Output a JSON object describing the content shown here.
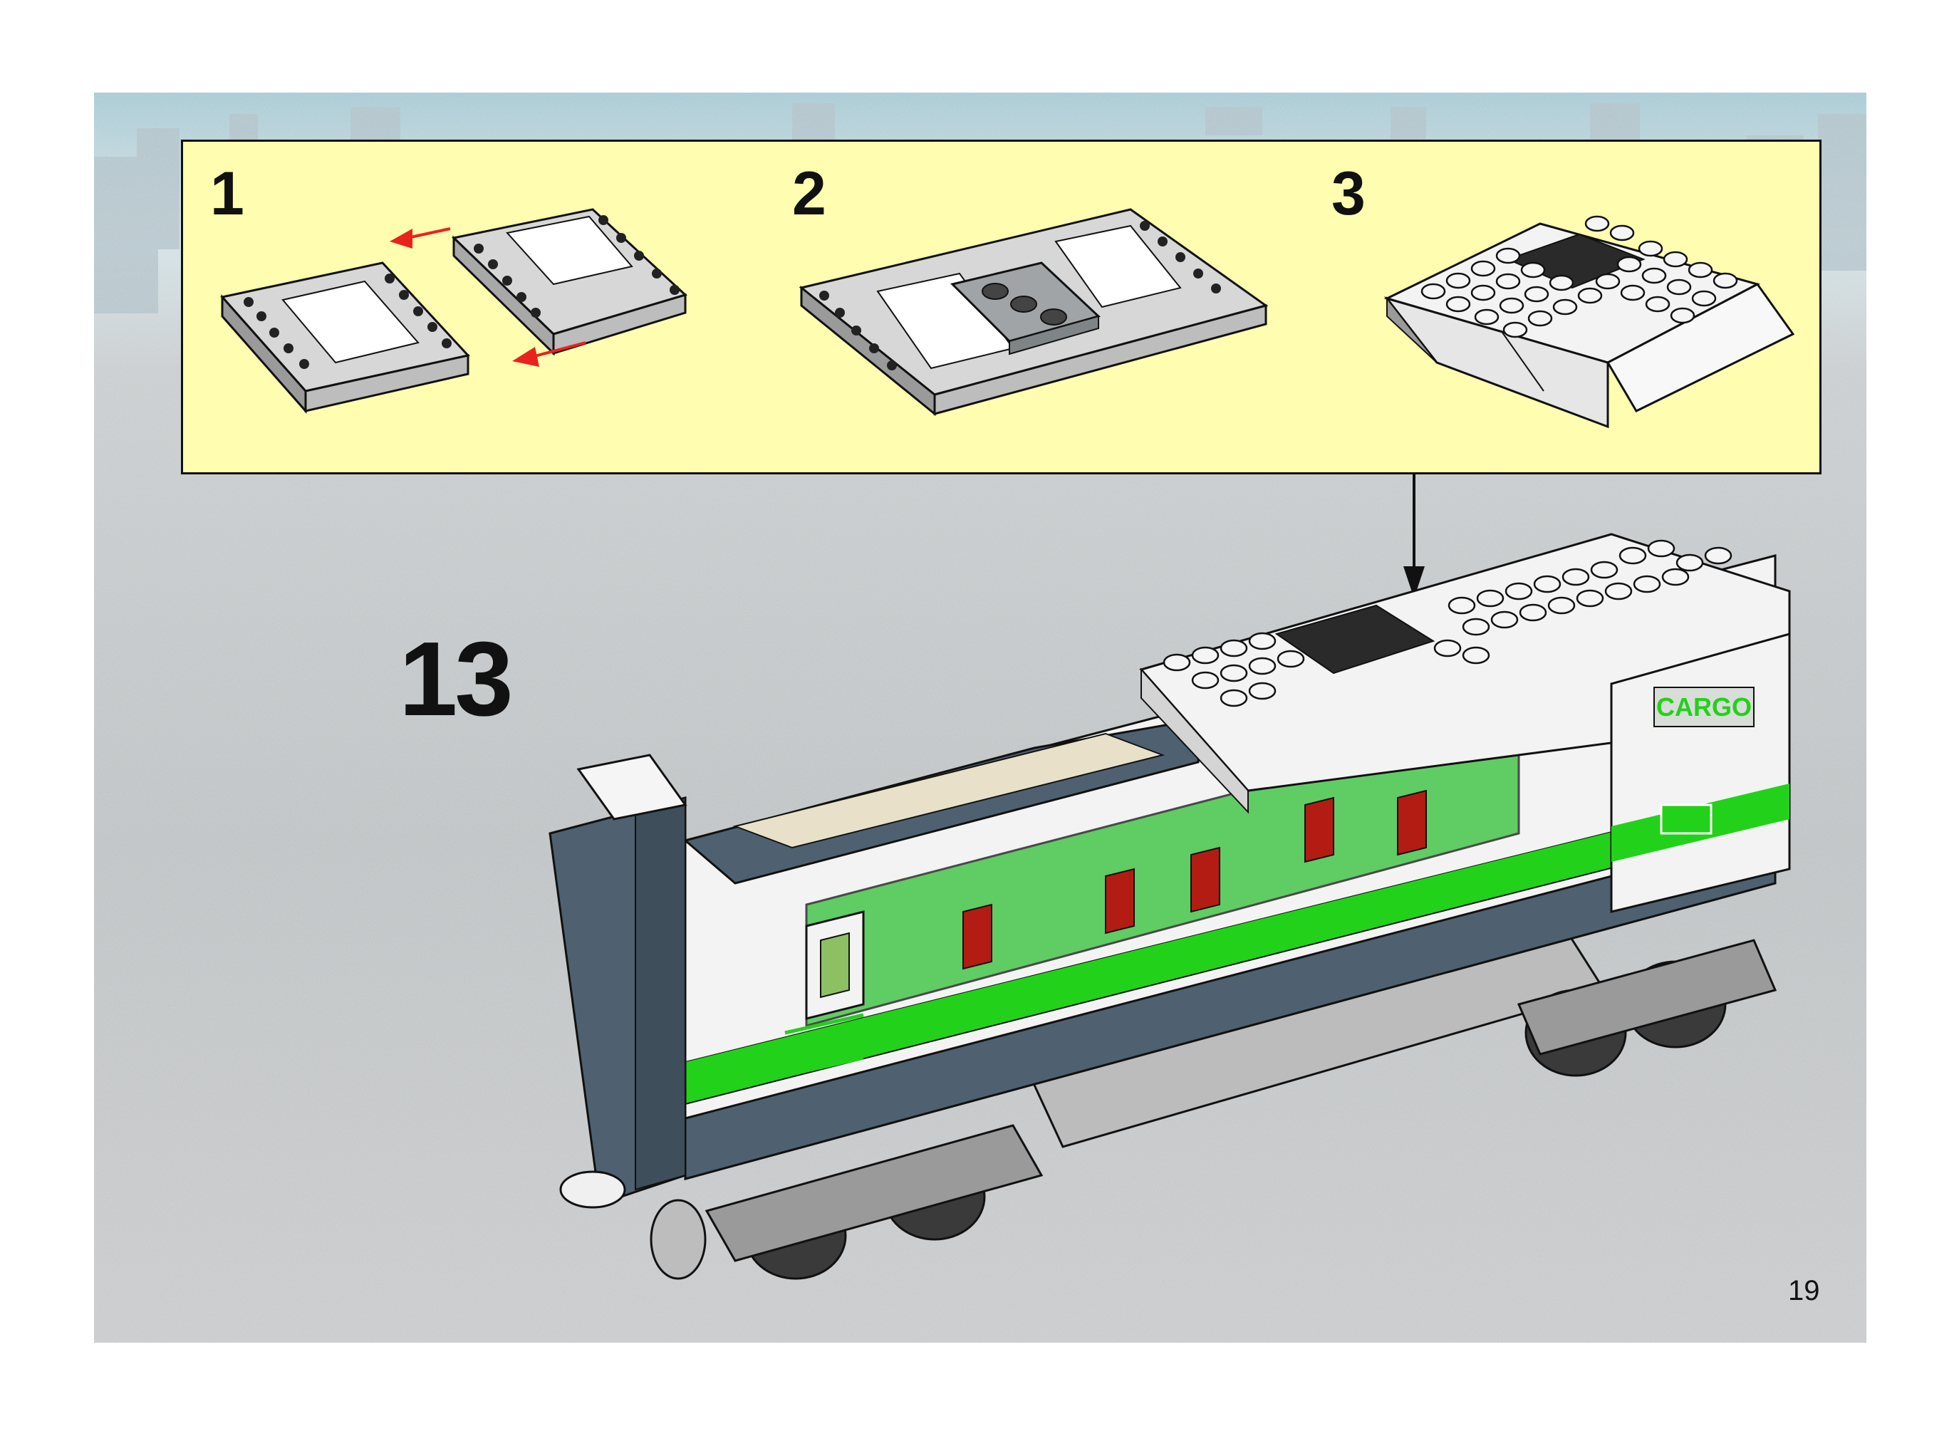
{
  "instruction_page": {
    "step_number": "13",
    "page_number": "19",
    "substeps": [
      {
        "label": "1",
        "content": "two-wedge-halves-joined"
      },
      {
        "label": "2",
        "content": "plate-with-studs-added"
      },
      {
        "label": "3",
        "content": "studded-roof-with-grille"
      }
    ],
    "model_badge_text": "CARGO",
    "colors": {
      "callout_background": "#fffdb0",
      "arrow_red": "#e8231e",
      "train_green": "#22d11a",
      "train_white": "#f3f3f3",
      "train_dark_blue_grey": "#4f6170",
      "train_grey": "#bdbdbd"
    }
  }
}
